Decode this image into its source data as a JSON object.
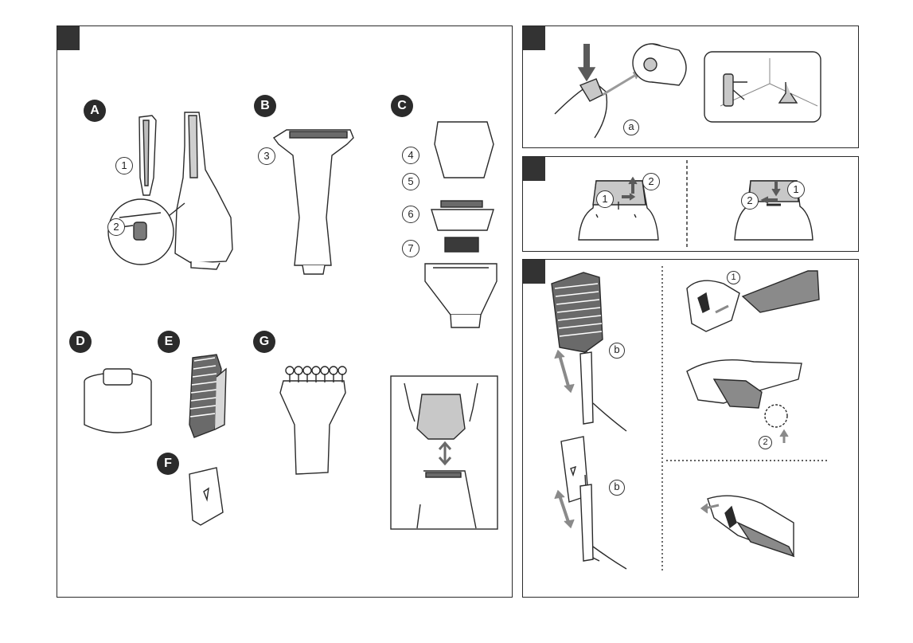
{
  "parts": {
    "A": "A",
    "B": "B",
    "C": "C",
    "D": "D",
    "E": "E",
    "F": "F",
    "G": "G"
  },
  "callouts": {
    "n1": "1",
    "n2": "2",
    "n3": "3",
    "n4": "4",
    "n5": "5",
    "n6": "6",
    "n7": "7"
  },
  "steps": {
    "s1": "1",
    "s2": "2"
  },
  "letters": {
    "a": "a",
    "b": "b"
  },
  "colors": {
    "line": "#2a2a2a",
    "shade": "#c8c8c8",
    "dark_shade": "#8a8a8a",
    "arrow_dark": "#5a5a5a",
    "arrow_light": "#9a9a9a",
    "tab": "#333333"
  }
}
